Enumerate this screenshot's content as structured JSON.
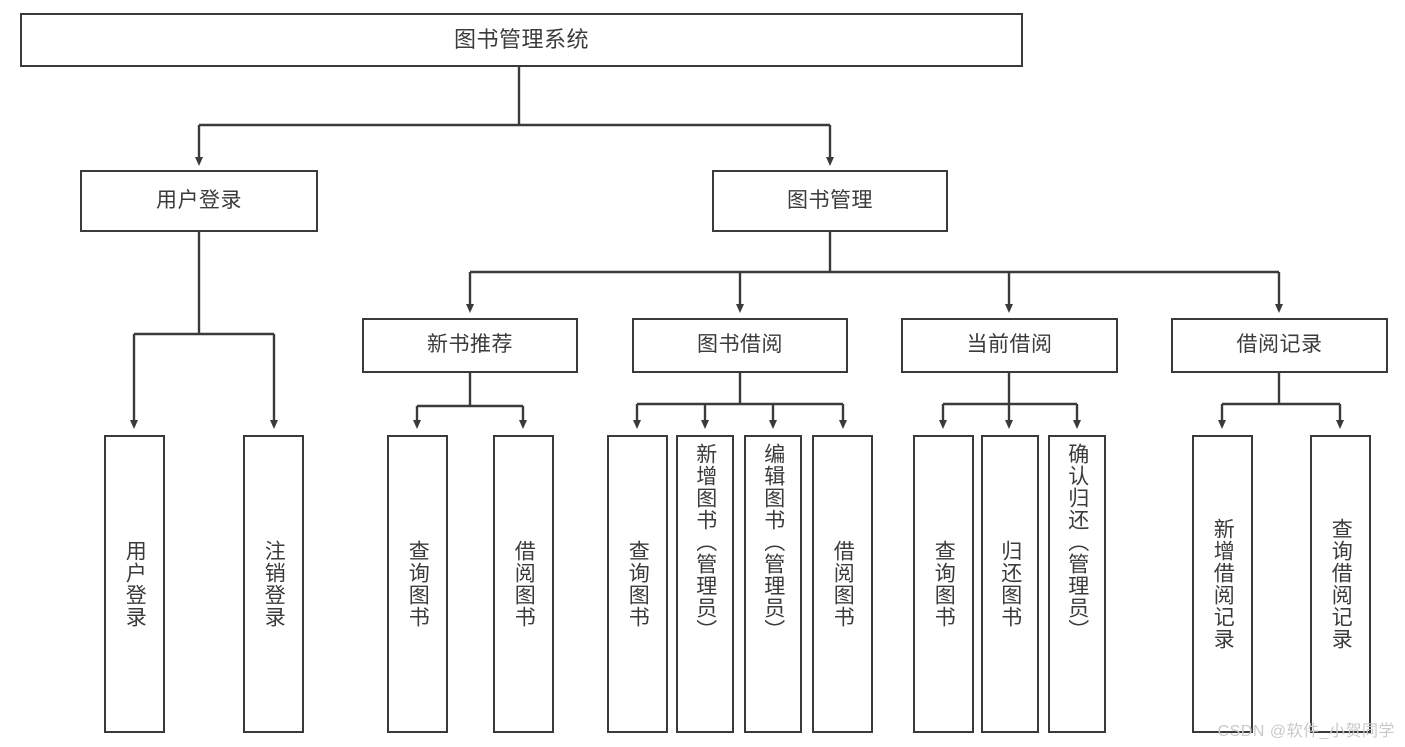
{
  "diagram": {
    "title": "图书管理系统",
    "type": "tree-hierarchy-chart",
    "watermark": "CSDN @软件_小贺同学",
    "colors": {
      "background": "#ffffff",
      "box_border": "#3a3a3a",
      "text": "#3b3b3b",
      "connector": "#3a3a3a",
      "watermark": "#c9c9c9"
    },
    "root": {
      "label": "图书管理系统"
    },
    "level2": [
      {
        "label": "用户登录"
      },
      {
        "label": "图书管理"
      }
    ],
    "level3": [
      {
        "label": "新书推荐"
      },
      {
        "label": "图书借阅"
      },
      {
        "label": "当前借阅"
      },
      {
        "label": "借阅记录"
      }
    ],
    "leaves": {
      "user_login": [
        {
          "label": "用户登录"
        },
        {
          "label": "注销登录"
        }
      ],
      "new_book_recommend": [
        {
          "label": "查询图书"
        },
        {
          "label": "借阅图书"
        }
      ],
      "book_borrow": [
        {
          "label": "查询图书"
        },
        {
          "label": "新增图书（管理员）"
        },
        {
          "label": "编辑图书（管理员）"
        },
        {
          "label": "借阅图书"
        }
      ],
      "current_borrow": [
        {
          "label": "查询图书"
        },
        {
          "label": "归还图书"
        },
        {
          "label": "确认归还（管理员）"
        }
      ],
      "borrow_record": [
        {
          "label": "新增借阅记录"
        },
        {
          "label": "查询借阅记录"
        }
      ]
    }
  }
}
